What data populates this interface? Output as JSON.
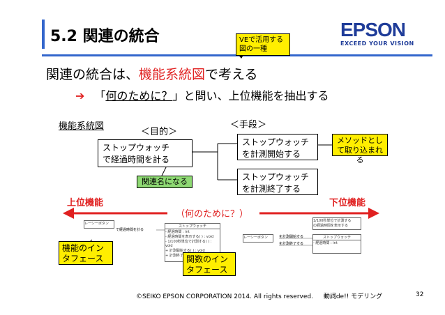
{
  "header": {
    "title": "5.2 関連の統合",
    "callout": "VEで活用する図の一種"
  },
  "logo": {
    "brand": "EPSON",
    "tagline": "EXCEED YOUR VISION"
  },
  "headline": {
    "part1": "関連の統合は、",
    "part2": "機能系統図",
    "part3": "で考える"
  },
  "subline": {
    "arrow": "➔",
    "quote_open": "「",
    "underlined": "何のために？",
    "rest": "」と問い、上位機能を抽出する"
  },
  "diagram": {
    "label": "機能系統図",
    "goal_header": "＜目的＞",
    "means_header": "＜手段＞",
    "goal_box": {
      "line1": "ストップウォッチ",
      "line2": "で経過時間を計る"
    },
    "means_box1": {
      "line1": "ストップウォッチ",
      "line2": "を計測開始する"
    },
    "means_box2": {
      "line1": "ストップウォッチ",
      "line2": "を計測終了する"
    },
    "green_label": "関連名になる",
    "yellow_method": "メソッドとして取り込まれる",
    "upper": "上位機能",
    "lower": "下位機能",
    "why": "（何のために？）",
    "if_box": "機能のインタフェース",
    "fn_box": "関数のインタフェース"
  },
  "uml_left": {
    "cls1": "レーシーボタン",
    "cls2": "ストップウォッチ",
    "assoc": "で経過時間を計る",
    "attrs": [
      "- 経過時間 : int",
      "- 経過時間を表示する( ) : void",
      "- 1/100秒単位で計測する( ) : void",
      "+ 計測開始する( ) : void",
      "+ 計測終了する( ) : void"
    ]
  },
  "uml_right": {
    "cls1": "レーシーボタン",
    "cls2": "ストップウォッチ",
    "note": "1/100秒単位で計測する\nの経過時間を表示する",
    "assoc1": "を計測開始する",
    "assoc2": "を計測終了する",
    "attr": "- 経過時間 : int"
  },
  "footer": {
    "copyright": "©SEIKO EPSON CORPORATION 2014. All rights reserved.",
    "topic": "動詞de!! モデリング",
    "page": "32"
  },
  "colors": {
    "accent_blue": "#3366cc",
    "red": "#e02020",
    "yellow": "#ffee00",
    "green": "#8ed973",
    "epson_blue": "#1f3c99"
  }
}
